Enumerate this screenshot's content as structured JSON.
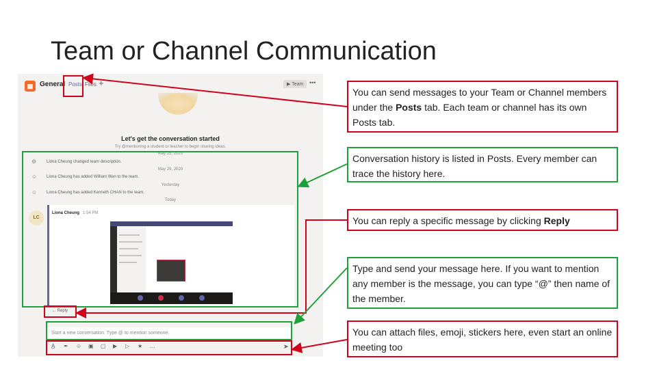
{
  "slide": {
    "title": "Team or Channel Communication"
  },
  "teams": {
    "team_logo": "team-logo-icon",
    "channel_name": "General",
    "tabs": [
      {
        "label": "Posts",
        "active": true
      },
      {
        "label": "Files",
        "active": false
      }
    ],
    "add_tab": "+",
    "team_button": "Team",
    "more": "•••",
    "empty_state": {
      "title": "Let's get the conversation started",
      "subtitle": "Try @mentioning a student or teacher to begin sharing ideas."
    },
    "events": [
      {
        "date": "May 25, 2020",
        "text": "Liona Cheung changed team description."
      },
      {
        "date": "May 29, 2020",
        "text": "Liona Cheung has added William Wan to the team."
      },
      {
        "date": "Yesterday",
        "text": "Liona Cheung has added Kenneth CHAN to the team."
      },
      {
        "date": "Today",
        "text": ""
      }
    ],
    "message": {
      "avatar": "LC",
      "author": "Liona Cheung",
      "time": "1:54 PM"
    },
    "reply_label": "Reply",
    "compose_placeholder": "Start a new conversation. Type @ to mention someone.",
    "toolbar_icons": [
      "format-icon",
      "attach-icon",
      "emoji-icon",
      "gif-icon",
      "sticker-icon",
      "meet-icon",
      "stream-icon",
      "praise-icon",
      "more-icon"
    ],
    "send_icon": "send-icon"
  },
  "callouts": [
    {
      "pre": "You can send messages to your Team or Channel members under the ",
      "bold": "Posts",
      "post": " tab. Each team or channel has its own Posts tab.",
      "color": "#d0021b"
    },
    {
      "pre": "Conversation history is listed in Posts. Every member can trace the history here.",
      "bold": "",
      "post": "",
      "color": "#1ea03a"
    },
    {
      "pre": "You can reply a specific message by clicking ",
      "bold": "Reply",
      "post": "",
      "color": "#d0021b"
    },
    {
      "pre": "Type and send your message here. If you want to mention any member is the message, you can type “@” then name of the member.",
      "bold": "",
      "post": "",
      "color": "#1ea03a"
    },
    {
      "pre": "You can attach files, emoji, stickers here, even start an online meeting too",
      "bold": "",
      "post": "",
      "color": "#d0021b"
    }
  ]
}
